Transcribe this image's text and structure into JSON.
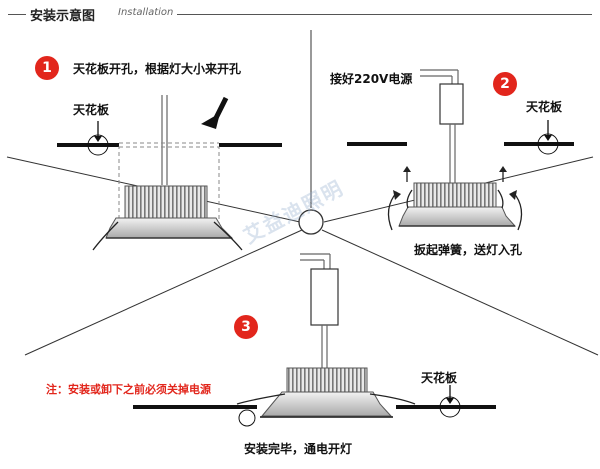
{
  "header": {
    "title": "安装示意图",
    "subtitle": "Installation"
  },
  "step1": {
    "number": "1",
    "caption": "天花板开孔，根据灯大小来开孔",
    "ceiling_label": "天花板"
  },
  "step2": {
    "number": "2",
    "power_label": "接好220V电源",
    "ceiling_label": "天花板",
    "caption": "扳起弹簧，送灯入孔"
  },
  "step3": {
    "number": "3",
    "ceiling_label": "天花板",
    "caption": "安装完毕，通电开灯"
  },
  "warning": {
    "text": "注：安装或卸下之前必须关掉电源"
  },
  "watermark": {
    "text": "艾益迪照明"
  },
  "colors": {
    "accent": "#e2261c",
    "line": "#111111",
    "lamp_body": "#c8c8c8"
  }
}
